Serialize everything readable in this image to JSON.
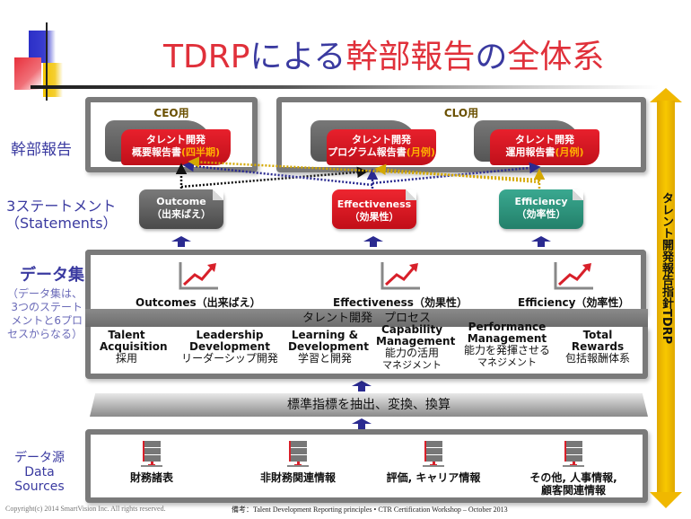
{
  "title": {
    "part1": "TDRP",
    "part2": "による",
    "part3": "幹部報告",
    "part4": "の",
    "part5": "全体系"
  },
  "left_labels": {
    "executive_reports": "幹部報告",
    "statements_jp": "3ステートメント",
    "statements_en": "（Statements）",
    "data_set": "データ集",
    "data_set_note": [
      "（データ集は、",
      "3つのステート",
      "メントと6プロ",
      "セスからなる）"
    ],
    "data_source_jp": "データ源",
    "data_source_en1": "Data",
    "data_source_en2": "Sources"
  },
  "reports": {
    "ceo_header": "CEO用",
    "clo_header": "CLO用",
    "items": [
      {
        "line1": "タレント開発",
        "line2": "概要報告書",
        "period": "(四半期)"
      },
      {
        "line1": "タレント開発",
        "line2": "プログラム報告書",
        "period": "(月例)"
      },
      {
        "line1": "タレント開発",
        "line2": "運用報告書",
        "period": "(月例)"
      }
    ]
  },
  "statements": [
    {
      "en": "Outcome",
      "jp": "（出来ばえ）",
      "color": "#5a5a5a"
    },
    {
      "en": "Effectiveness",
      "jp": "（効果性）",
      "color": "#d81820"
    },
    {
      "en": "Efficiency",
      "jp": "（効率性）",
      "color": "#2e9a80"
    }
  ],
  "metrics": [
    {
      "label": "Outcomes（出来ばえ）",
      "icon": "trend-chart-icon"
    },
    {
      "label": "Effectiveness（効果性）",
      "icon": "trend-chart-icon"
    },
    {
      "label": "Efficiency（効率性）",
      "icon": "trend-chart-icon"
    }
  ],
  "process_header": "タレント開発　プロセス",
  "processes": [
    {
      "en1": "Talent",
      "en2": "Acquisition",
      "jp1": "採用",
      "jp2": ""
    },
    {
      "en1": "Leadership",
      "en2": "Development",
      "jp1": "リーダーシップ開発",
      "jp2": ""
    },
    {
      "en1": "Learning &",
      "en2": "Development",
      "jp1": "学習と開発",
      "jp2": ""
    },
    {
      "en1": "Capability",
      "en2": "Management",
      "jp1": "能力の活用",
      "jp2": "マネジメント"
    },
    {
      "en1": "Performance",
      "en2": "Management",
      "jp1": "能力を発揮させる",
      "jp2": "マネジメント"
    },
    {
      "en1": "Total",
      "en2": "Rewards",
      "jp1": "包括報酬体系",
      "jp2": ""
    }
  ],
  "transform_band": "標準指標を抽出、変換、換算",
  "sources": [
    {
      "line1": "財務諸表",
      "line2": "",
      "icon": "database-server-icon"
    },
    {
      "line1": "非財務関連情報",
      "line2": "",
      "icon": "database-server-icon"
    },
    {
      "line1": "評価, キャリア情報",
      "line2": "",
      "icon": "database-server-icon"
    },
    {
      "line1": "その他, 人事情報,",
      "line2": "顧客関連情報",
      "icon": "database-server-icon"
    }
  ],
  "vertical_arrow_label": "タレント開発報告指針TDRP",
  "footer": {
    "copyright": "Copyright(c) 2014 SmartVision Inc. All rights reserved.",
    "note": "備考：Talent Development Reporting principles • CTR Certification Workshop – October 2013"
  },
  "colors": {
    "title_red": "#e0303a",
    "title_blue": "#3a3aa0",
    "label_blue": "#3a3aa0",
    "report_red": "#d81820",
    "period_orange": "#ffb000",
    "arrow_navy": "#2a2a90",
    "tdrp_yellow": "#f0b800",
    "panel_gray": "#7a7a7a"
  }
}
